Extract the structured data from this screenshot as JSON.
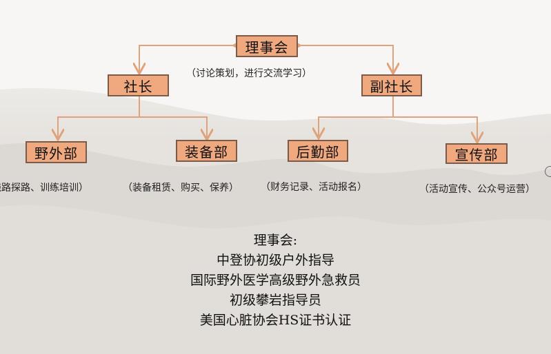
{
  "org": {
    "board": "理事会",
    "board_note": "（讨论策划，进行交流学习）",
    "president": "社长",
    "vice_president": "副社长",
    "departments": [
      {
        "id": "field",
        "label": "野外部",
        "note": "（线路探路、训练培训）"
      },
      {
        "id": "equipment",
        "label": "装备部",
        "note": "（装备租赁、购买、保养）"
      },
      {
        "id": "logistics",
        "label": "后勤部",
        "note": "（财务记录、活动报名）"
      },
      {
        "id": "publicity",
        "label": "宣传部",
        "note": "（活动宣传、公众号运营）"
      }
    ]
  },
  "credits": {
    "title": "理事会:",
    "lines": [
      "中登协初级户外指导",
      "国际野外医学高级野外急救员",
      "初级攀岩指导员",
      "美国心脏协会HS证书认证"
    ]
  },
  "colors": {
    "box_fill": "#f0a97f",
    "box_border": "#7a5a48",
    "connector": "#e0a27a"
  }
}
